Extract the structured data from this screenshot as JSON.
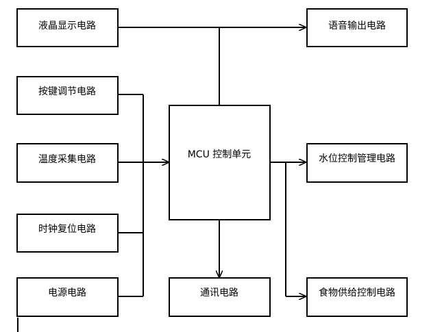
{
  "blocks": {
    "lcd": "液晶显示电路",
    "voice": "语音输出电路",
    "keys": "按键调节电路",
    "temp": "温度采集电路",
    "clock": "时钟复位电路",
    "power": "电源电路",
    "mcu": "MCU 控制单元",
    "comm": "通讯电路",
    "water": "水位控制管理电路",
    "food": "食物供给控制电路"
  }
}
